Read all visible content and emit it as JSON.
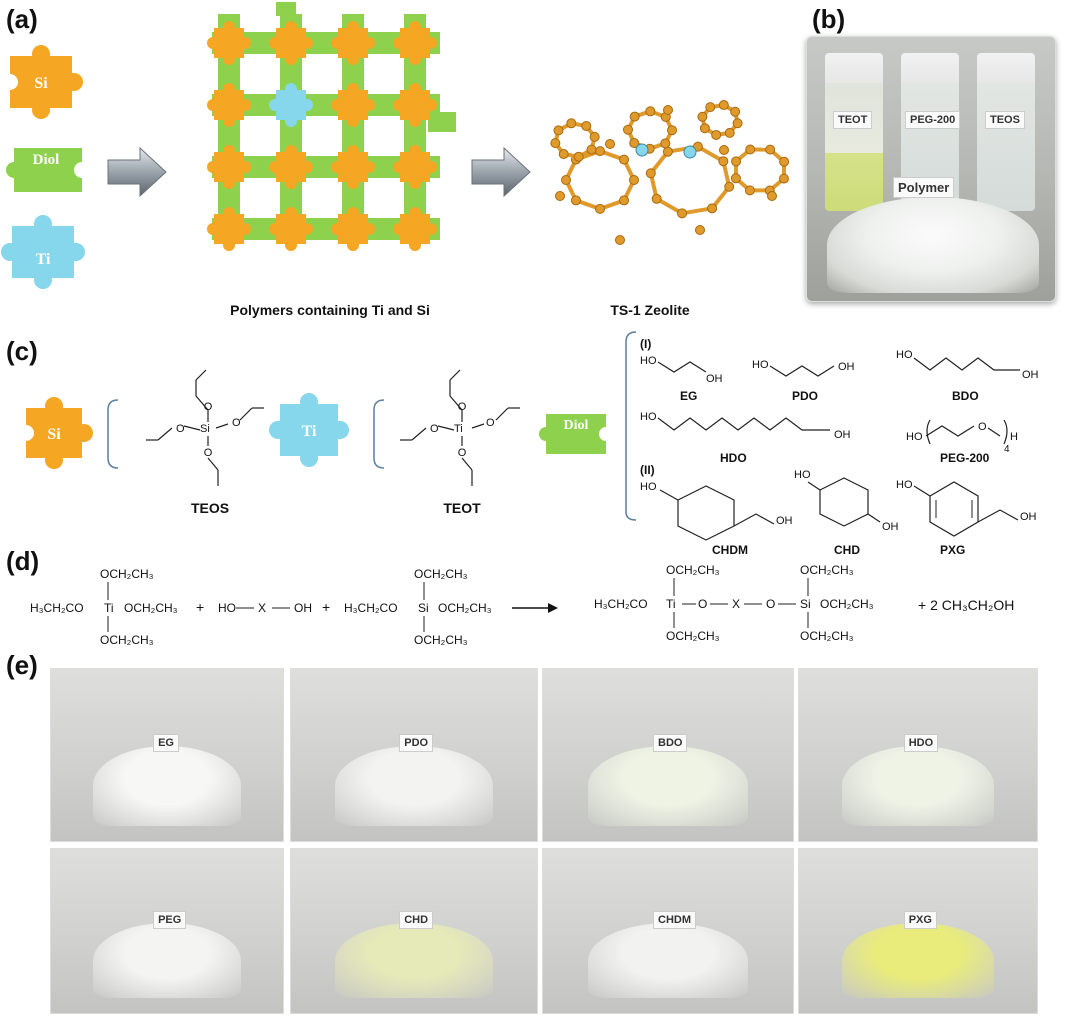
{
  "panels": {
    "a": "(a)",
    "b": "(b)",
    "c": "(c)",
    "d": "(d)",
    "e": "(e)"
  },
  "pieces": {
    "si": "Si",
    "diol": "Diol",
    "ti": "Ti"
  },
  "colors": {
    "si": "#f5a623",
    "diol": "#8ed14c",
    "ti": "#86d6ec",
    "zeolite": "#e09a2c"
  },
  "captions": {
    "polymer": "Polymers containing Ti and Si",
    "zeolite": "TS-1 Zeolite",
    "teos": "TEOS",
    "teot": "TEOT"
  },
  "photo_b": {
    "vials": [
      "TEOT",
      "PEG-200",
      "TEOS"
    ],
    "pile": "Polymer"
  },
  "diols": {
    "group1": "(I)",
    "group2": "(II)",
    "EG": "EG",
    "PDO": "PDO",
    "BDO": "BDO",
    "HDO": "HDO",
    "PEG": "PEG-200",
    "CHDM": "CHDM",
    "CHD": "CHD",
    "PXG": "PXG",
    "HO": "HO",
    "OH": "OH",
    "O": "O",
    "H": "H",
    "n": "4"
  },
  "reaction": {
    "ti": "Ti",
    "si": "Si",
    "x": "X",
    "o": "O",
    "ho": "HO",
    "oh": "OH",
    "plus": "+",
    "product_extra": "+ 2 CH₃CH₂OH",
    "och2ch3": "OCH₂CH₃",
    "h3cch2co": "H₃CH₂CO"
  },
  "photos_e": [
    "EG",
    "PDO",
    "BDO",
    "HDO",
    "PEG",
    "CHD",
    "CHDM",
    "PXG"
  ]
}
